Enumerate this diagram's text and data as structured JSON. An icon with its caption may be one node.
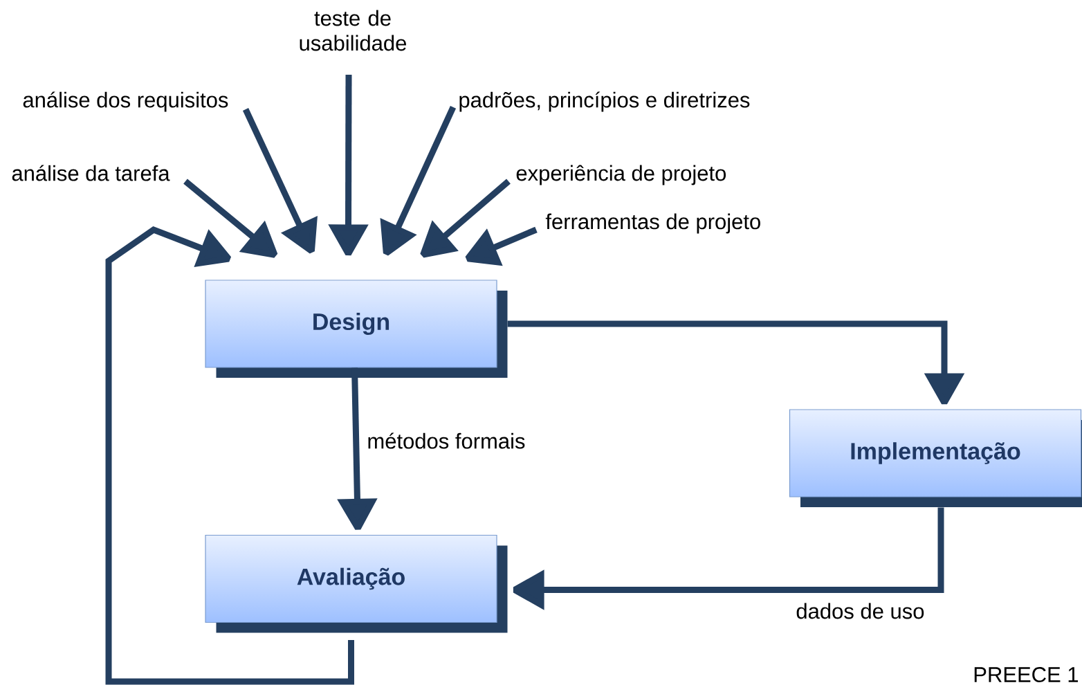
{
  "diagram": {
    "nodes": [
      {
        "text": [
          "teste de usabilidade"
        ]
      },
      {
        "text": [
          "análise dos requisitos"
        ]
      },
      {
        "text": [
          "padrões, princípios e diretrizes"
        ]
      },
      {
        "text": [
          "análise da tarefa"
        ]
      },
      {
        "text": [
          "experiência de projeto"
        ]
      },
      {
        "text": [
          "ferramentas de projeto"
        ]
      },
      {
        "text": [
          "Design"
        ]
      },
      {
        "text": [
          "Implementação"
        ]
      },
      {
        "text": [
          "Avaliação"
        ]
      }
    ],
    "edges": [
      {
        "from": 0,
        "to": 6,
        "arrow": "to"
      },
      {
        "from": 1,
        "to": 6,
        "arrow": "to"
      },
      {
        "from": 2,
        "to": 6,
        "arrow": "to"
      },
      {
        "from": 3,
        "to": 6,
        "arrow": "to"
      },
      {
        "from": 4,
        "to": 6,
        "arrow": "to"
      },
      {
        "from": 5,
        "to": 6,
        "arrow": "to"
      },
      {
        "from": 6,
        "to": 7,
        "arrow": "to"
      },
      {
        "from": 6,
        "to": 8,
        "arrow": "to",
        "label": "métodos formais"
      },
      {
        "from": 7,
        "to": 8,
        "arrow": "to",
        "label": "dados de uso"
      },
      {
        "from": 8,
        "to": 6,
        "arrow": "to"
      }
    ],
    "labels": [
      "PREECE 1"
    ]
  }
}
